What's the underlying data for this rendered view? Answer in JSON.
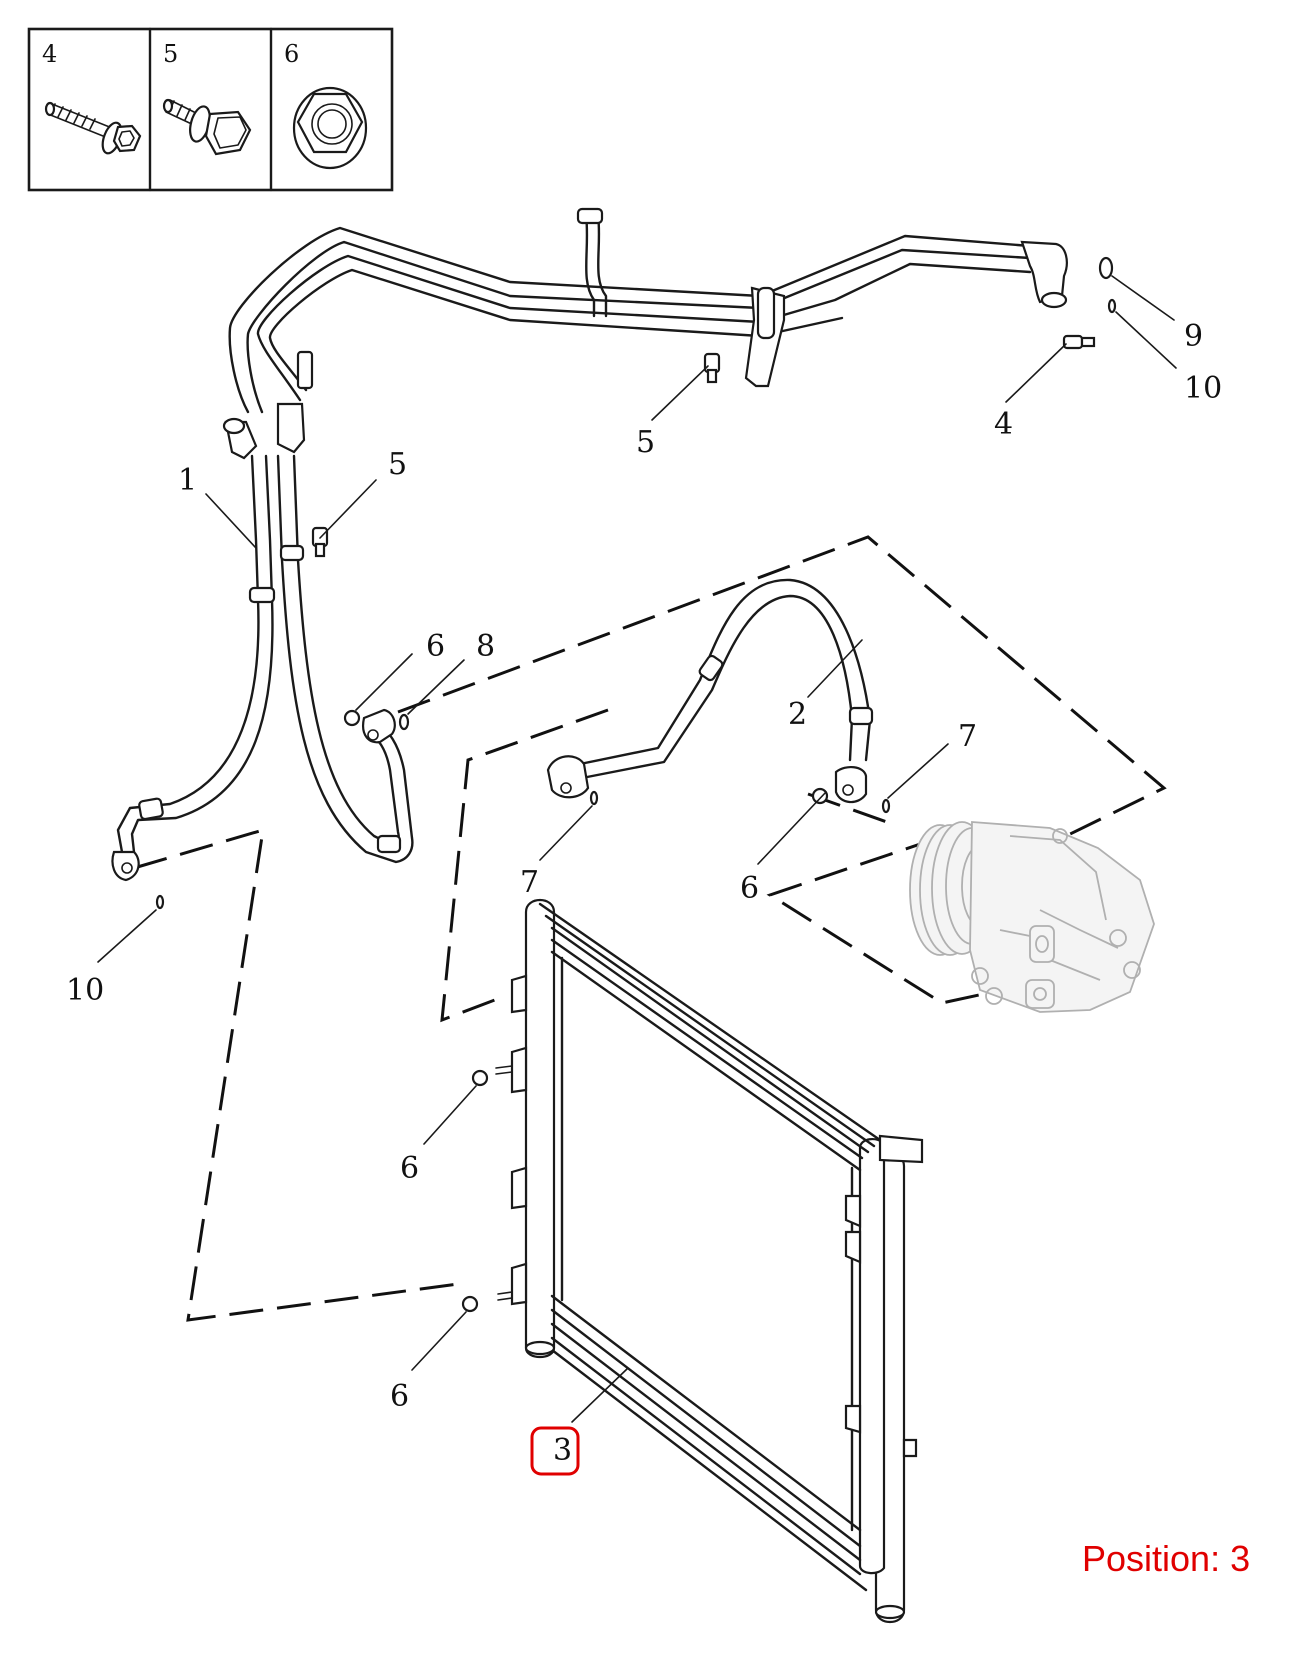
{
  "hardware_legend": [
    {
      "number": "4",
      "icon": "flange-bolt-icon"
    },
    {
      "number": "5",
      "icon": "hex-bolt-with-washer-icon"
    },
    {
      "number": "6",
      "icon": "flange-nut-icon"
    }
  ],
  "callouts": {
    "c1": "1",
    "c2": "2",
    "c3": "3",
    "c4": "4",
    "c5a": "5",
    "c5b": "5",
    "c6a": "6",
    "c6b": "6",
    "c6c": "6",
    "c6d": "6",
    "c7a": "7",
    "c7b": "7",
    "c8": "8",
    "c9": "9",
    "c10a": "10",
    "c10b": "10"
  },
  "highlight": {
    "callout": "3",
    "color": "#e00000"
  },
  "position_caption": "Position: 3",
  "colors": {
    "line": "#1a1a1a",
    "ghost_compressor": "#b0b0b0",
    "highlight": "#e00000"
  }
}
